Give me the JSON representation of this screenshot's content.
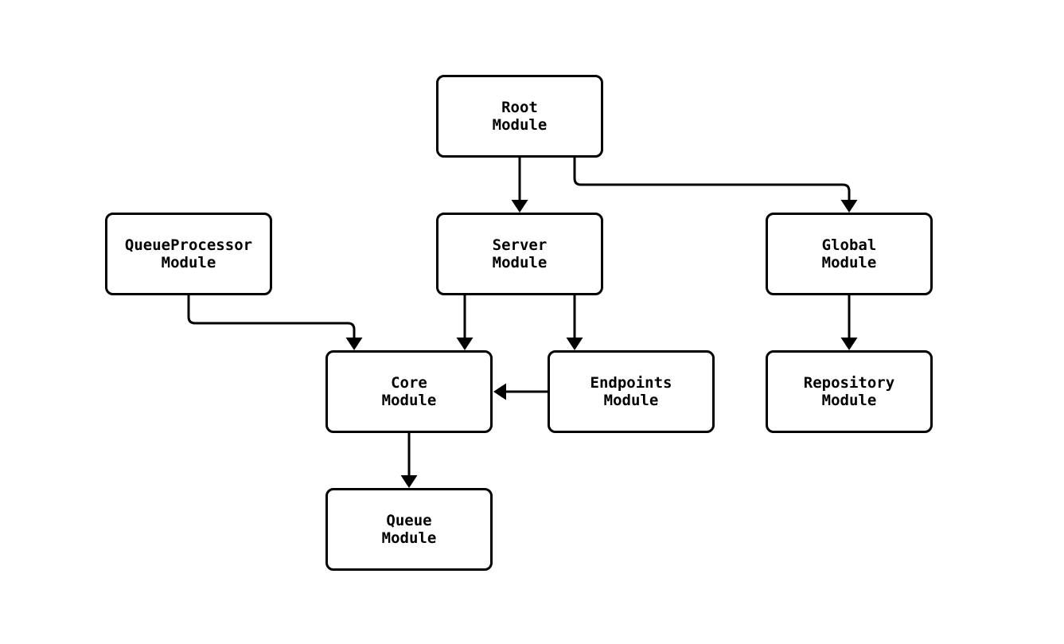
{
  "diagram": {
    "type": "flowchart",
    "colors": {
      "stroke": "#000000",
      "box_fill": "#ffffff",
      "background": "#ffffff"
    },
    "nodes": [
      {
        "id": "root",
        "label": "Root\nModule"
      },
      {
        "id": "queueprocessor",
        "label": "QueueProcessor\nModule"
      },
      {
        "id": "server",
        "label": "Server\nModule"
      },
      {
        "id": "global",
        "label": "Global\nModule"
      },
      {
        "id": "core",
        "label": "Core\nModule"
      },
      {
        "id": "endpoints",
        "label": "Endpoints\nModule"
      },
      {
        "id": "repository",
        "label": "Repository\nModule"
      },
      {
        "id": "queue",
        "label": "Queue\nModule"
      }
    ],
    "edges": [
      {
        "from": "root",
        "to": "server"
      },
      {
        "from": "root",
        "to": "global"
      },
      {
        "from": "queueprocessor",
        "to": "core"
      },
      {
        "from": "server",
        "to": "core"
      },
      {
        "from": "server",
        "to": "endpoints"
      },
      {
        "from": "endpoints",
        "to": "core"
      },
      {
        "from": "global",
        "to": "repository"
      },
      {
        "from": "core",
        "to": "queue"
      }
    ]
  }
}
